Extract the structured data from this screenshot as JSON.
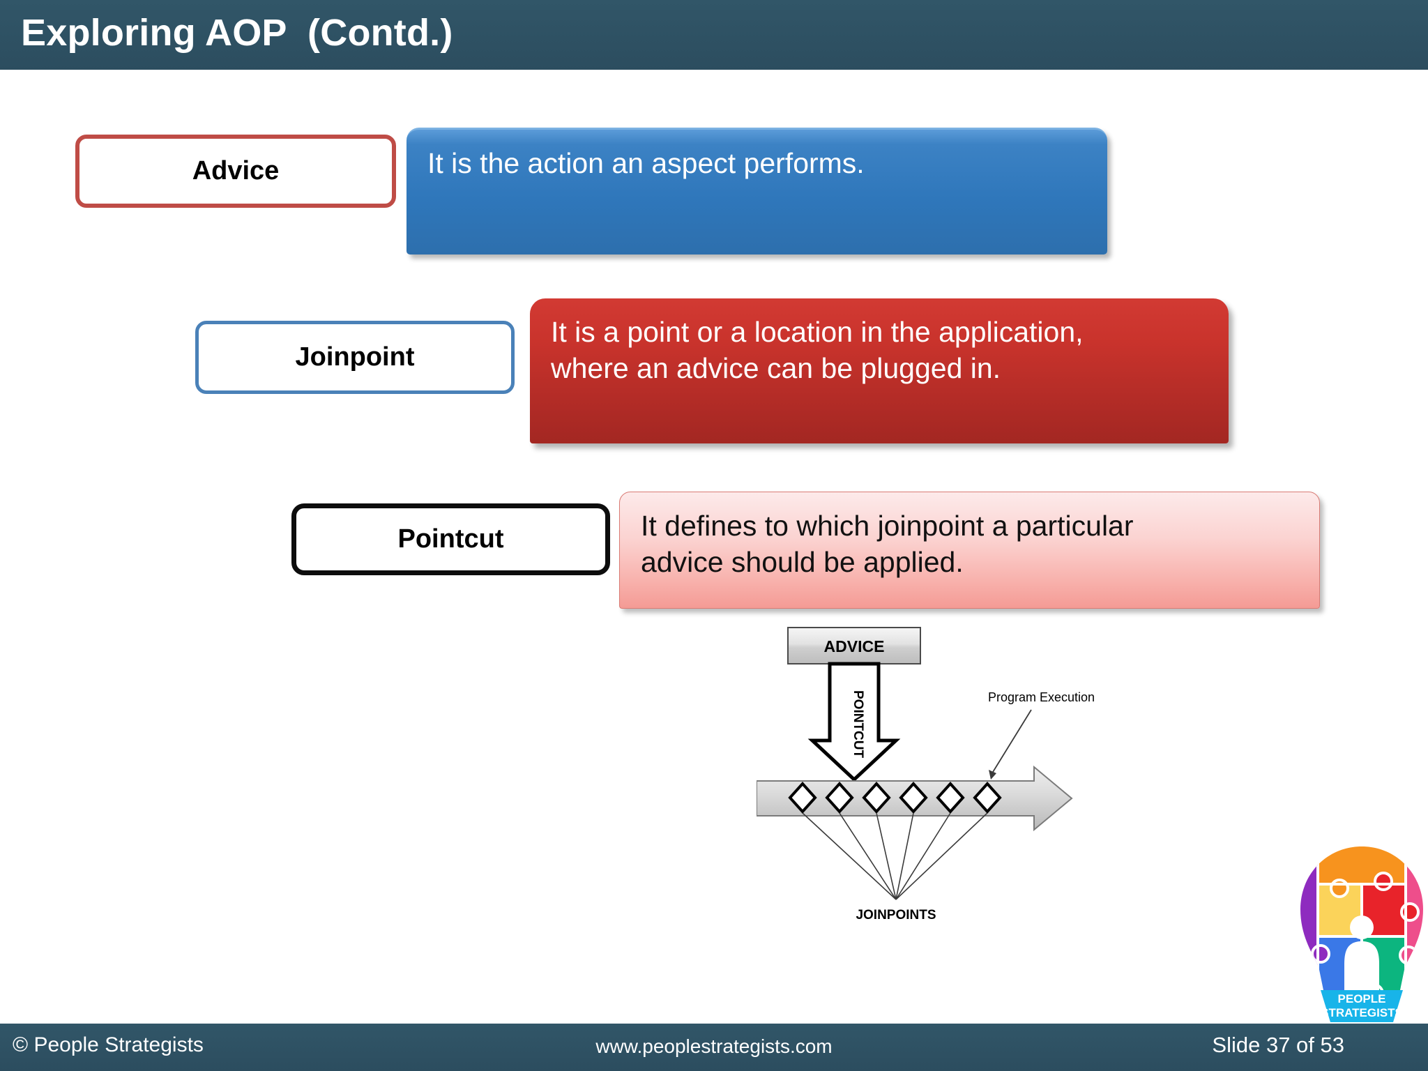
{
  "slide": {
    "title": "Exploring AOP  (Contd.)",
    "header_color": "#2e5266",
    "background_color": "#ffffff"
  },
  "rows": [
    {
      "term": "Advice",
      "term_border_color": "#bf4c46",
      "description": "It is the action an aspect performs.",
      "description_lines": [
        "It is the action an aspect performs."
      ],
      "description_bg_color": "#3c82c4",
      "description_text_color": "#ffffff"
    },
    {
      "term": "Joinpoint",
      "term_border_color": "#4a81b8",
      "description": "It is a point or a location in the application, where an advice can be plugged in.",
      "description_lines": [
        "It is a point or a location in the application,",
        "where an advice can be plugged in."
      ],
      "description_bg_color": "#c9332c",
      "description_text_color": "#ffffff"
    },
    {
      "term": "Pointcut",
      "term_border_color": "#0d0d0d",
      "description": "It defines to which joinpoint a particular advice should be applied.",
      "description_lines": [
        "It defines to which joinpoint a particular",
        "advice should be applied."
      ],
      "description_bg_color": "#f8b0ab",
      "description_text_color": "#111111"
    }
  ],
  "diagram": {
    "advice_label": "ADVICE",
    "pointcut_label": "POINTCUT",
    "joinpoints_label": "JOINPOINTS",
    "program_execution_label": "Program Execution",
    "joinpoint_marker_count": 6,
    "marker_shape": "diamond",
    "timeline_fill": "#d4d4d4"
  },
  "logo": {
    "line1": "PEOPLE",
    "line2": "STRATEGISTS",
    "colors": {
      "purple": "#8e2bbf",
      "orange": "#f7931e",
      "yellow": "#fbd35a",
      "red": "#e8232a",
      "pink": "#ee4e8b",
      "blue": "#3a78e7",
      "green": "#0cb57f",
      "cyan": "#18b4e9"
    }
  },
  "footer": {
    "copyright": "© People Strategists",
    "website": "www.peoplestrategists.com",
    "slide_counter": "Slide 37 of 53"
  }
}
